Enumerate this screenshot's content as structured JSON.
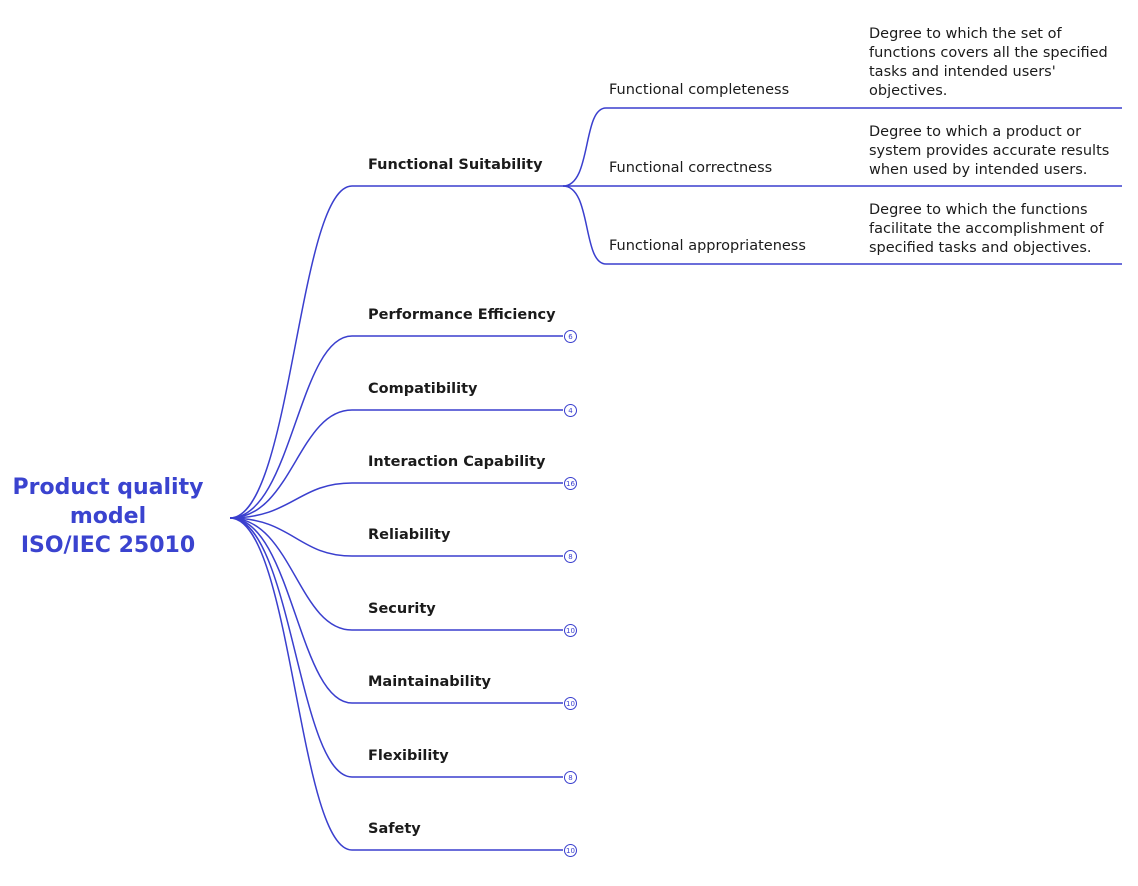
{
  "root": {
    "lines": [
      "Product quality",
      "model",
      "ISO/IEC 25010"
    ]
  },
  "colors": {
    "line": "#3a3fce",
    "root_text": "#3a43cf"
  },
  "branches": [
    {
      "label": "Functional Suitability",
      "expanded": true,
      "children": [
        {
          "label": "Functional completeness",
          "description": [
            "Degree to which the set of",
            "functions covers all the specified",
            "tasks and intended users'",
            "objectives."
          ]
        },
        {
          "label": "Functional correctness",
          "description": [
            "Degree to which a product or",
            "system provides accurate results",
            "when used by intended users."
          ]
        },
        {
          "label": "Functional appropriateness",
          "description": [
            "Degree to which the functions",
            "facilitate the accomplishment of",
            "specified tasks and objectives."
          ]
        }
      ]
    },
    {
      "label": "Performance Efficiency",
      "count": "6"
    },
    {
      "label": "Compatibility",
      "count": "4"
    },
    {
      "label": "Interaction Capability",
      "count": "16"
    },
    {
      "label": "Reliability",
      "count": "8"
    },
    {
      "label": "Security",
      "count": "10"
    },
    {
      "label": "Maintainability",
      "count": "10"
    },
    {
      "label": "Flexibility",
      "count": "8"
    },
    {
      "label": "Safety",
      "count": "10"
    }
  ]
}
